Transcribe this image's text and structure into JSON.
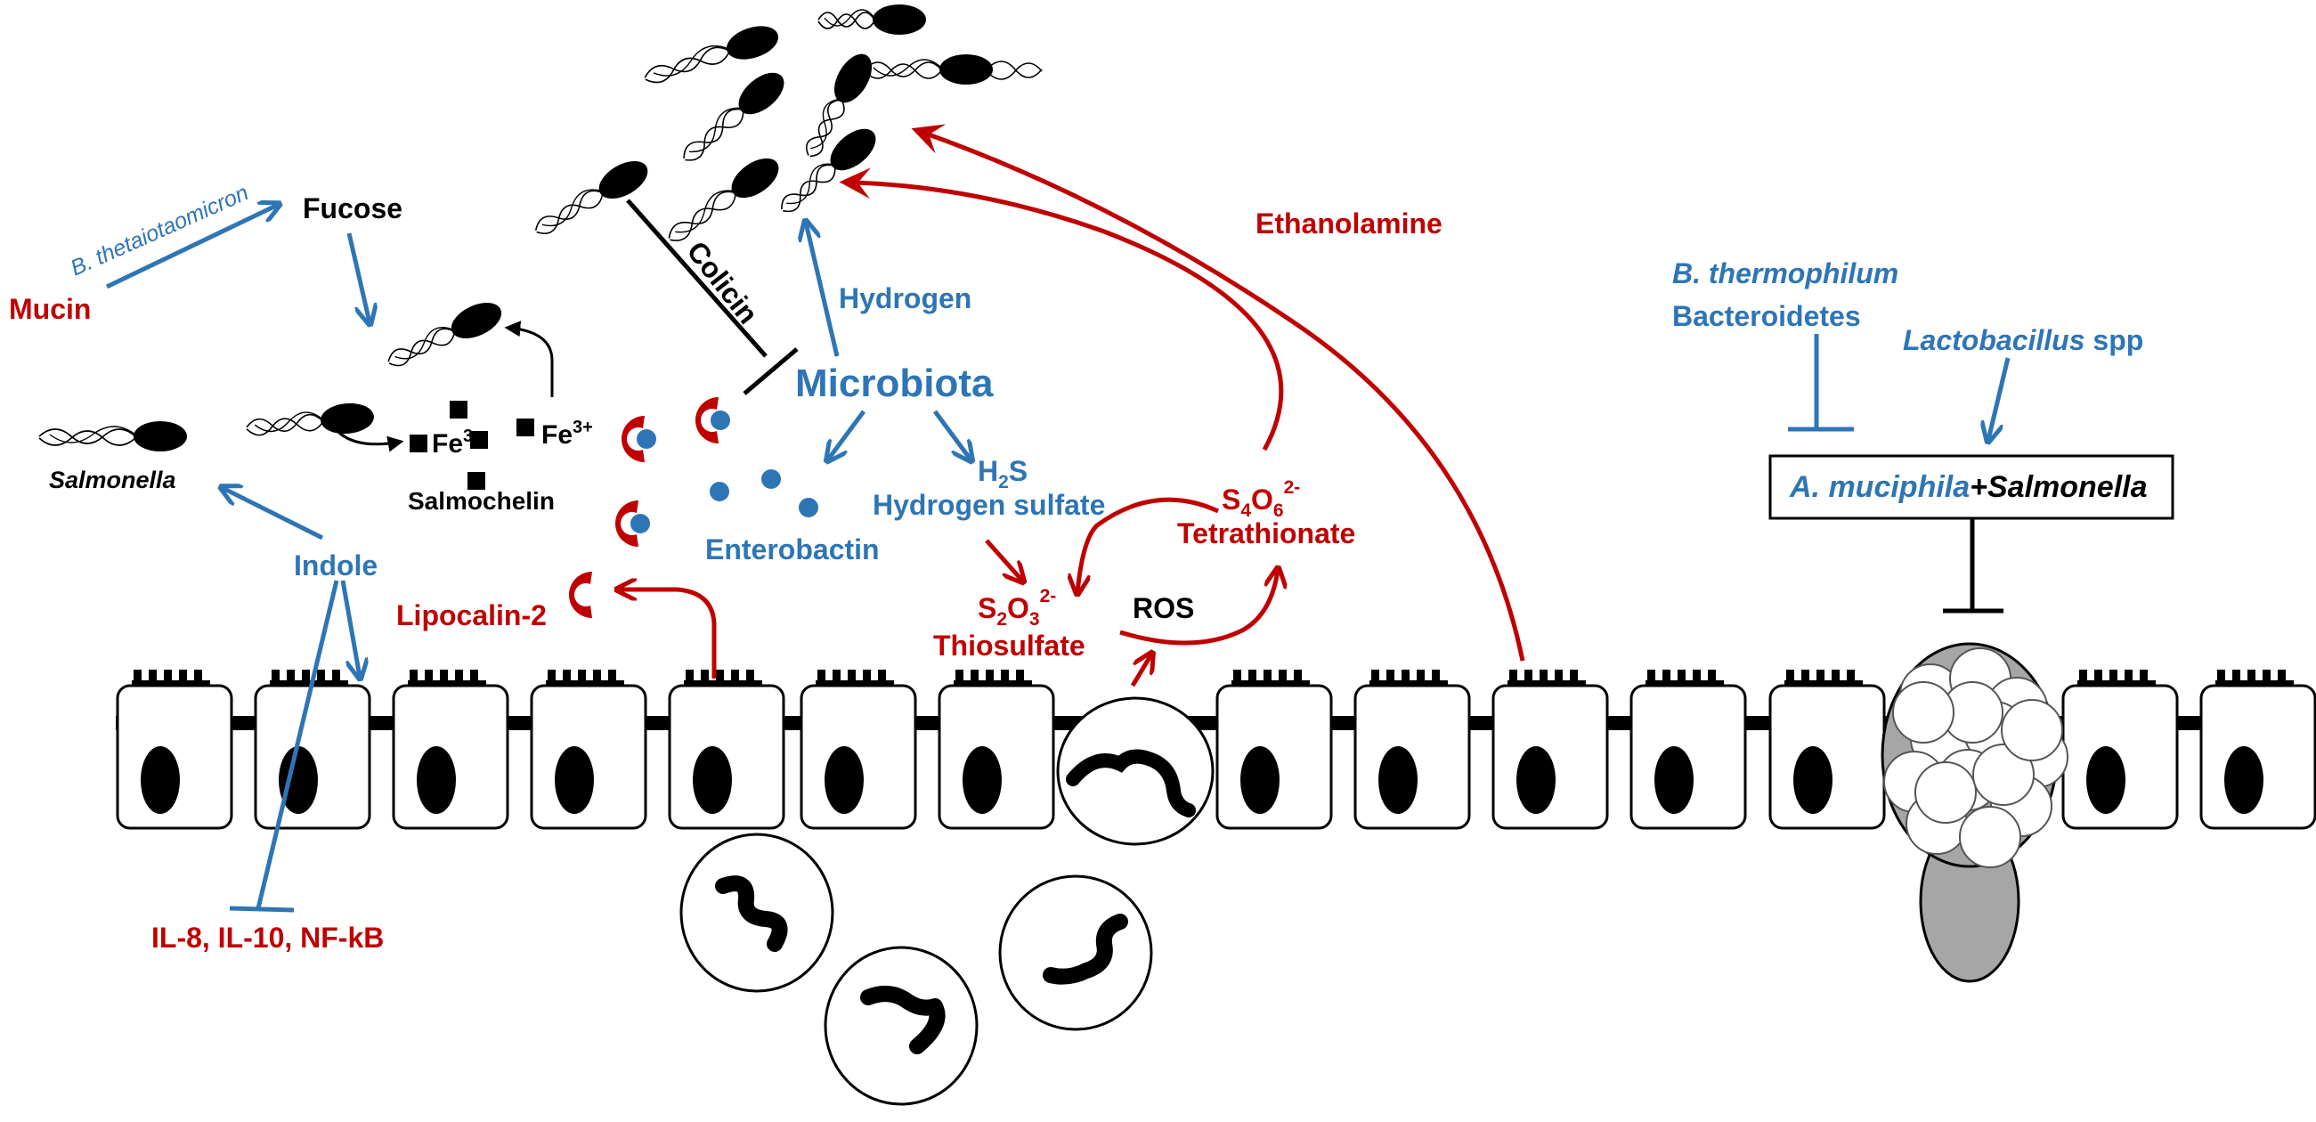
{
  "colors": {
    "red": "#c00000",
    "blue": "#2e75b6",
    "black": "#000000",
    "grey": "#a6a6a6"
  },
  "labels": {
    "mucin": "Mucin",
    "b_theta": "B. thetaiotaomicron",
    "fucose": "Fucose",
    "fe3_a": "Fe",
    "fe3_b": "Fe",
    "fe_sup": "3+",
    "salmochelin": "Salmochelin",
    "salmonella": "Salmonella",
    "indole": "Indole",
    "il": "IL-8, IL-10, NF-kB",
    "colicin": "Colicin",
    "hydrogen": "Hydrogen",
    "microbiota": "Microbiota",
    "enterobactin": "Enterobactin",
    "h2s_h": "H",
    "h2s_2": "2",
    "h2s_s": "S",
    "hydrogen_sulfate": "Hydrogen sulfate",
    "lipocalin": "Lipocalin-2",
    "s2o3_s": "S",
    "s2o3_2": "2",
    "s2o3_o": "O",
    "s2o3_3": "3",
    "s2o3_charge": "2-",
    "thiosulfate": "Thiosulfate",
    "ros": "ROS",
    "s4o6_s": "S",
    "s4o6_4": "4",
    "s4o6_o": "O",
    "s4o6_6": "6",
    "s4o6_charge": "2-",
    "tetrathionate": "Tetrathionate",
    "ethanolamine": "Ethanolamine",
    "b_thermo": "B. thermophilum",
    "bacteroidetes": "Bacteroidetes",
    "lacto_italic": "Lactobacillus",
    "lacto_spp": " spp",
    "akk_italic": "A. muciphila",
    "akk_plus": "+",
    "akk_salm": "Salmonella"
  }
}
